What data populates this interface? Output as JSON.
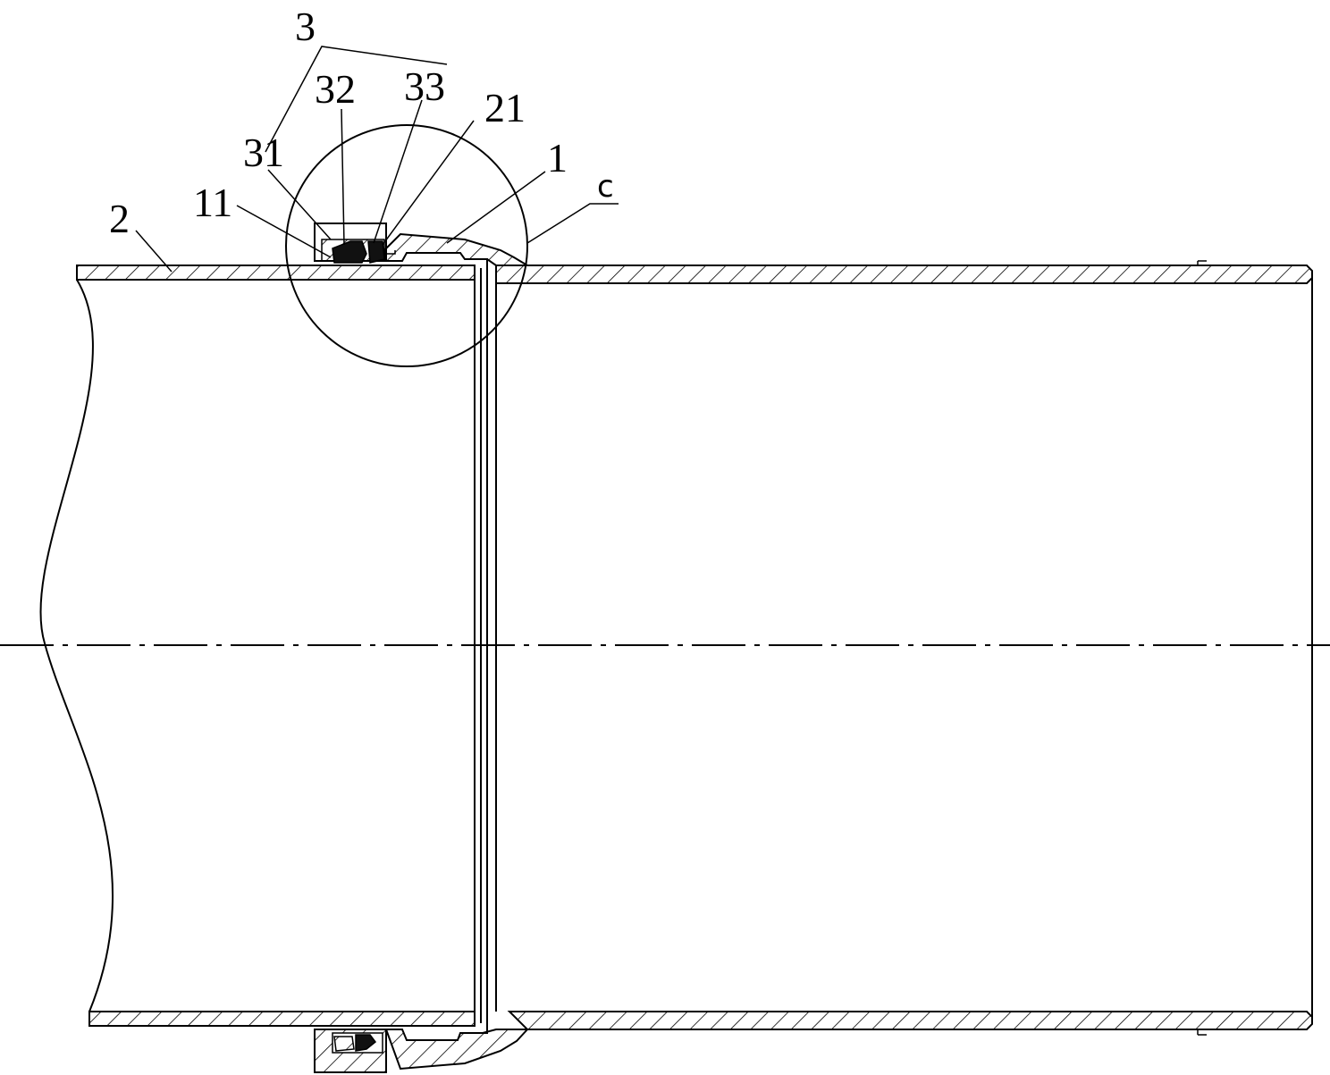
{
  "labels": {
    "group_3": "3",
    "part_32": "32",
    "part_33": "33",
    "part_21": "21",
    "part_31": "31",
    "part_1": "1",
    "part_11": "11",
    "part_2": "2",
    "detail_c": "c"
  },
  "colors": {
    "line": "#000000",
    "background": "#ffffff"
  }
}
